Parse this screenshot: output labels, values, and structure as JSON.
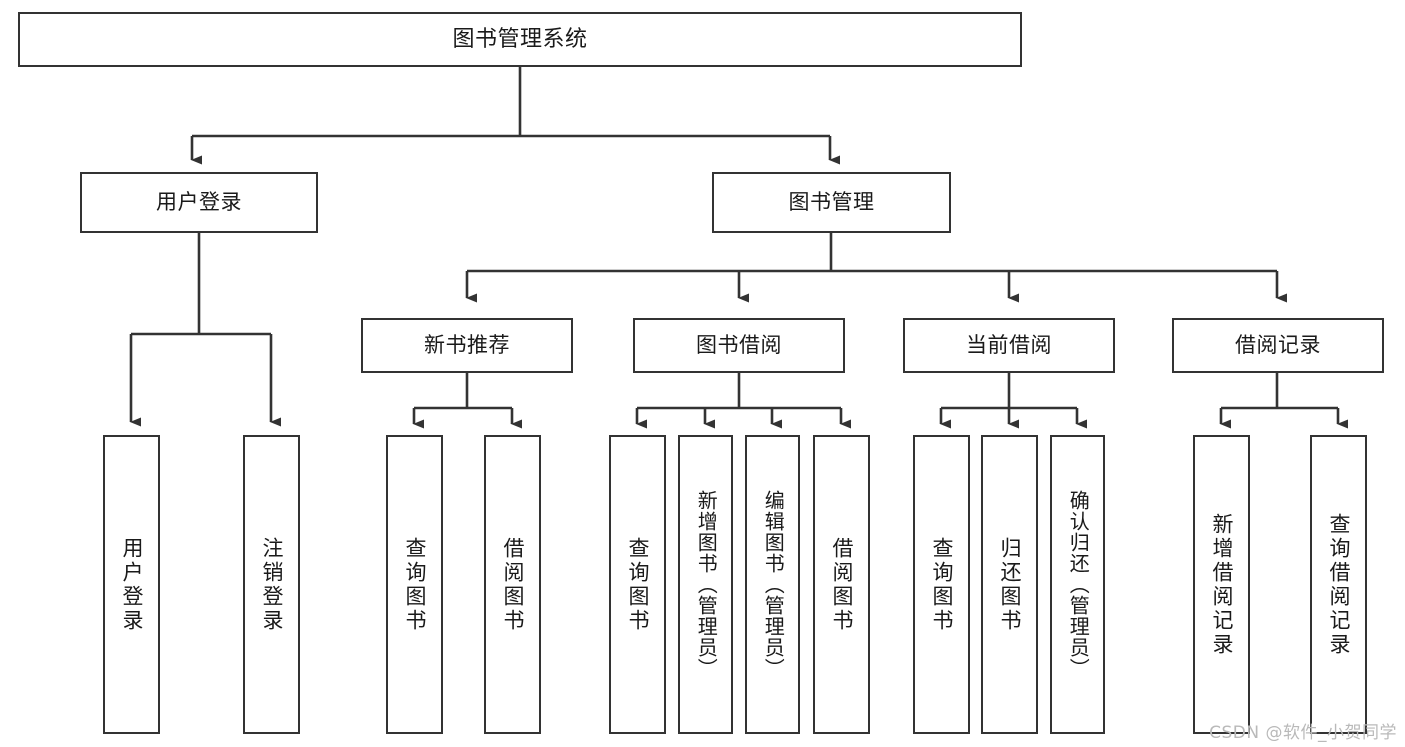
{
  "diagram": {
    "title": "图书管理系统",
    "type": "functional-decomposition-tree",
    "watermark": "CSDN @软件_小贺同学",
    "colors": {
      "background": "#ffffff",
      "box_border": "#333333",
      "box_fill": "#ffffff",
      "connector": "#333333",
      "text": "#1a1a1a",
      "watermark": "#b9b9b9"
    }
  },
  "nodes": {
    "root": {
      "label": "图书管理系统"
    },
    "level1": [
      {
        "label": "用户登录"
      },
      {
        "label": "图书管理"
      }
    ],
    "level2": [
      {
        "label": "新书推荐"
      },
      {
        "label": "图书借阅"
      },
      {
        "label": "当前借阅"
      },
      {
        "label": "借阅记录"
      }
    ],
    "leaves": {
      "user_login": [
        {
          "label": "用户登录"
        },
        {
          "label": "注销登录"
        }
      ],
      "new_book_recommend": [
        {
          "label": "查询图书"
        },
        {
          "label": "借阅图书"
        }
      ],
      "book_borrow": [
        {
          "label": "查询图书"
        },
        {
          "label": "新增图书（管理员）"
        },
        {
          "label": "编辑图书（管理员）"
        },
        {
          "label": "借阅图书"
        }
      ],
      "current_borrow": [
        {
          "label": "查询图书"
        },
        {
          "label": "归还图书"
        },
        {
          "label": "确认归还（管理员）"
        }
      ],
      "borrow_record": [
        {
          "label": "新增借阅记录"
        },
        {
          "label": "查询借阅记录"
        }
      ]
    }
  }
}
